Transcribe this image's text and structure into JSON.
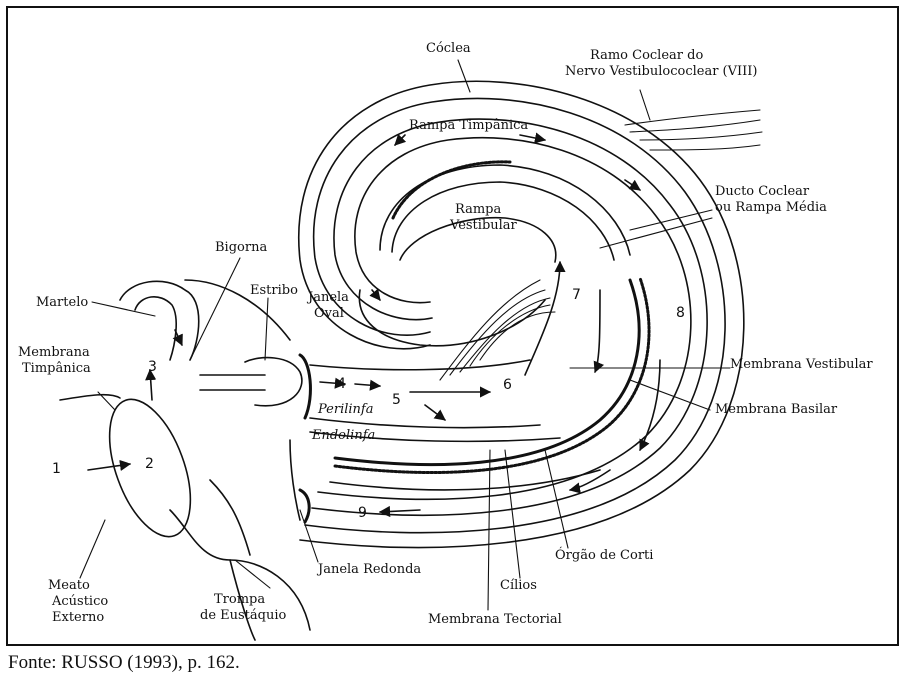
{
  "labels": {
    "coclea": "Cóclea",
    "ramo_coclear_1": "Ramo Coclear do",
    "ramo_coclear_2": "Nervo Vestibulococlear (VIII)",
    "rampa_timpanica": "Rampa Timpânica",
    "rampa_vestibular_1": "Rampa",
    "rampa_vestibular_2": "Vestibular",
    "ducto_coclear_1": "Ducto Coclear",
    "ducto_coclear_2": "ou Rampa Média",
    "bigorna": "Bigorna",
    "estribo": "Estribo",
    "janela_oval_1": "Janela",
    "janela_oval_2": "Oval",
    "martelo": "Martelo",
    "membrana_timpanica_1": "Membrana",
    "membrana_timpanica_2": "Timpânica",
    "membrana_vestibular": "Membrana Vestibular",
    "membrana_basilar": "Membrana Basilar",
    "perilinfa": "Perilinfa",
    "endolinfa": "Endolinfa",
    "janela_redonda": "Janela Redonda",
    "cilios": "Cílios",
    "orgao_corti": "Órgão de Corti",
    "membrana_tectorial": "Membrana Tectorial",
    "meato_1": "Meato",
    "meato_2": "Acústico",
    "meato_3": "Externo",
    "trompa_1": "Trompa",
    "trompa_2": "de Eustáquio"
  },
  "steps": [
    "1",
    "2",
    "3",
    "4",
    "5",
    "6",
    "7",
    "8",
    "9"
  ],
  "source": "Fonte: RUSSO (1993), p. 162."
}
